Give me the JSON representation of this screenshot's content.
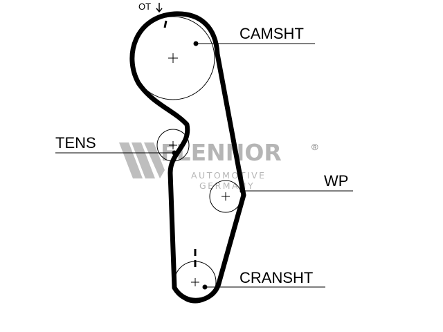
{
  "labels": {
    "top_mark": "OT",
    "camshaft": "CAMSHT",
    "tensioner": "TENS",
    "water_pump": "WP",
    "crankshaft": "CRANSHT"
  },
  "watermark": {
    "brand": "FLENNOR",
    "registered": "®",
    "sub_line_1": "AUTOMOTIVE",
    "sub_line_2": "GERMANY"
  },
  "colors": {
    "ink": "#000000",
    "watermark": "#8a8a8a",
    "background": "#ffffff"
  }
}
